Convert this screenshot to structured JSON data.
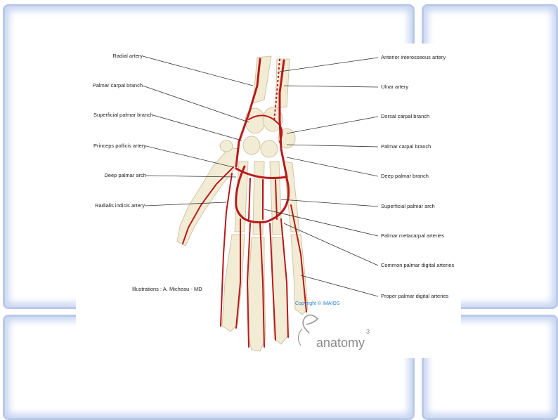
{
  "labels_left": [
    {
      "id": "radial-artery",
      "text": "Radial artery"
    },
    {
      "id": "palmar-carpal-branch-left",
      "text": "Palmar carpal branch"
    },
    {
      "id": "superficial-palmar-branch",
      "text": "Superficial palmar branch"
    },
    {
      "id": "princeps-pollicis-artery",
      "text": "Princeps pollicis artery"
    },
    {
      "id": "deep-palmar-arch",
      "text": "Deep palmar arch"
    },
    {
      "id": "radialis-indicis-artery",
      "text": "Radialis indicis artery"
    }
  ],
  "labels_right": [
    {
      "id": "anterior-interosseous-artery",
      "text": "Anterior interosseous artery"
    },
    {
      "id": "ulnar-artery",
      "text": "Ulnar artery"
    },
    {
      "id": "dorsal-carpal-branch",
      "text": "Dorsal carpal branch"
    },
    {
      "id": "palmar-carpal-branch-right",
      "text": "Palmar carpal branch"
    },
    {
      "id": "deep-palmar-branch",
      "text": "Deep palmar branch"
    },
    {
      "id": "superficial-palmar-arch",
      "text": "Superficial palmar arch"
    },
    {
      "id": "palmar-metacarpal-arteries",
      "text": "Palmar metacarpal arteries"
    },
    {
      "id": "common-palmar-digital-arteries",
      "text": "Common palmar digital arteries"
    },
    {
      "id": "proper-palmar-digital-arteries",
      "text": "Proper palmar digital arteries"
    }
  ],
  "credit": "Illustrations : A. Micheau - MD",
  "copyright": "Copyright © IMAIOS",
  "logo_text": "anatomy",
  "logo_superscript": "3",
  "colors": {
    "artery": "#b8191c",
    "bone": "#f3ecd4",
    "frame": "#b9c9ea",
    "copyright": "#2a7fd4"
  }
}
